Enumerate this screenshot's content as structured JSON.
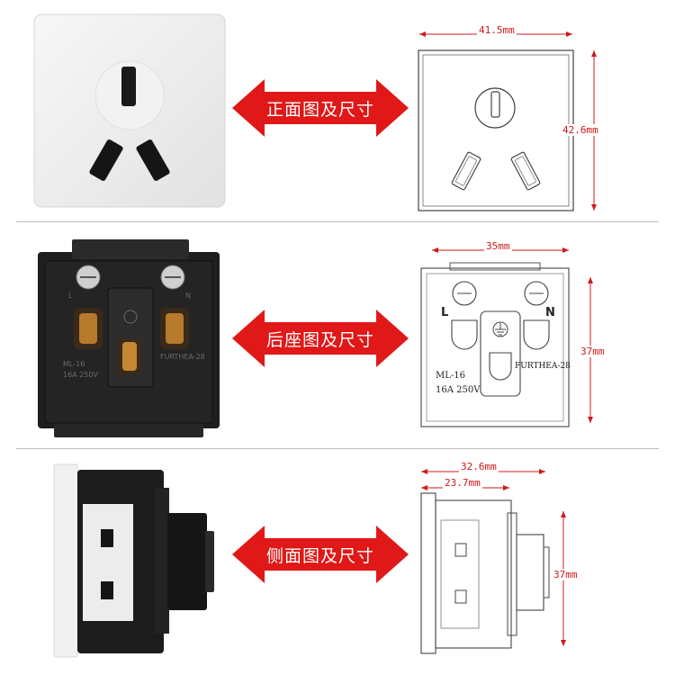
{
  "sections": [
    {
      "arrow_label": "正面图及尺寸",
      "dims": {
        "width": "41.5mm",
        "height": "42.6mm"
      }
    },
    {
      "arrow_label": "后座图及尺寸",
      "dims": {
        "width": "35mm",
        "height": "37mm"
      },
      "terminal_l": "L",
      "terminal_n": "N",
      "model": "ML-16",
      "rating": "16A 250V",
      "brand": "FURTHEA-28",
      "photo_text": {
        "l": "L",
        "n": "N",
        "model": "ML-16",
        "rating": "16A 250V",
        "brand": "FURTHEA-28"
      }
    },
    {
      "arrow_label": "侧面图及尺寸",
      "dims": {
        "width_total": "32.6mm",
        "width_body": "23.7mm",
        "height": "37mm"
      }
    }
  ],
  "colors": {
    "arrow": "#e01818",
    "dimension": "#d01818",
    "divider": "#bfbfbf"
  },
  "icons": [
    "double-arrow-icon",
    "ground-icon"
  ]
}
